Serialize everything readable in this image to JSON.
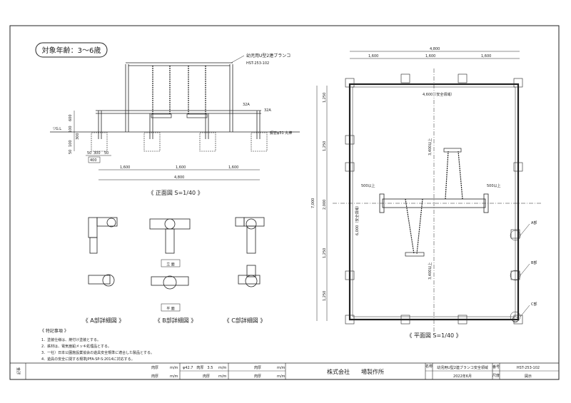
{
  "target_age": "対象年齢：3〜6歳",
  "front_view": {
    "model_name": "幼児用U型2連ブランコ",
    "model_code": "HST-253-102",
    "label_gl": "▽G.L",
    "label_32a": "32A",
    "label_32a_2": "32A",
    "label_pipe": "鋼管φ31 丸棒",
    "dim_left_top": "600",
    "dim_left_mid": "100",
    "dim_left_300": "300",
    "dim_left_bottom": "100",
    "dim_left_50": "50",
    "dim_foot": [
      "50",
      "300",
      "50"
    ],
    "dim_foot_total": "400",
    "dim_spans": [
      "1,600",
      "1,600",
      "1,600"
    ],
    "dim_total": "4,800",
    "caption": "《 正面図 S=1/40 》"
  },
  "details": {
    "elevation_label": "立 面",
    "plan_label": "平 面",
    "caption_a": "《 A部詳細図 》",
    "caption_b": "《 B部詳細図 》",
    "caption_c": "《 C部詳細図 》"
  },
  "notes": {
    "title": "《 特記事項 》",
    "items": [
      "1．塗装仕様は、焼付け塗装とする。",
      "2．鉄材は、電気亜鉛メッキ処理品とする。",
      "3．一社）日本公園施設業協会の遊具安全規準に適合した製品とする。",
      "4．遊具の安全に関する規準JPFA-SP-S:2014に対応する。"
    ]
  },
  "plan_view": {
    "dim_total": "4,800",
    "dim_spans": [
      "1,600",
      "1,600",
      "1,600"
    ],
    "dim_left_total": "7,000",
    "dim_left_spans": [
      "1,250",
      "1,250",
      "2,000",
      "1,250",
      "1,250"
    ],
    "label_safety_area": "4,600（安全領域）",
    "label_safety_height": "3,400以上",
    "label_safety_height2": "3,400以上",
    "label_500_left": "500以上",
    "label_500_right": "500以上",
    "label_6000": "6,000（安全領域）",
    "label_a": "A部",
    "label_b": "B部",
    "label_c": "C部",
    "caption": "《 平面図 S=1/40 》"
  },
  "title_block": {
    "remarks_label": "記事",
    "col_pipe": "φ42.7　肉厚　3.5",
    "col_pipe_unit": "m/m",
    "col_thick1": "肉厚",
    "col_thick1_unit": "m/m",
    "col_thick2": "肉厚",
    "col_thick2_unit": "m/m",
    "col_thick3": "肉厚",
    "col_thick3_unit": "m/m",
    "col_thick4": "肉厚",
    "col_thick4_unit": "m/m",
    "col_thick5": "肉厚",
    "col_thick5_unit": "m/m",
    "company": "株式会社　　場製作所",
    "name_label": "名称",
    "drawing_name": "幼児用U型2連ブランコ安全領域",
    "date": "2022年6月",
    "scale_label": "尺度",
    "code_label": "番号",
    "drawing_no": "HST-253-102",
    "drawing_type": "図示"
  }
}
